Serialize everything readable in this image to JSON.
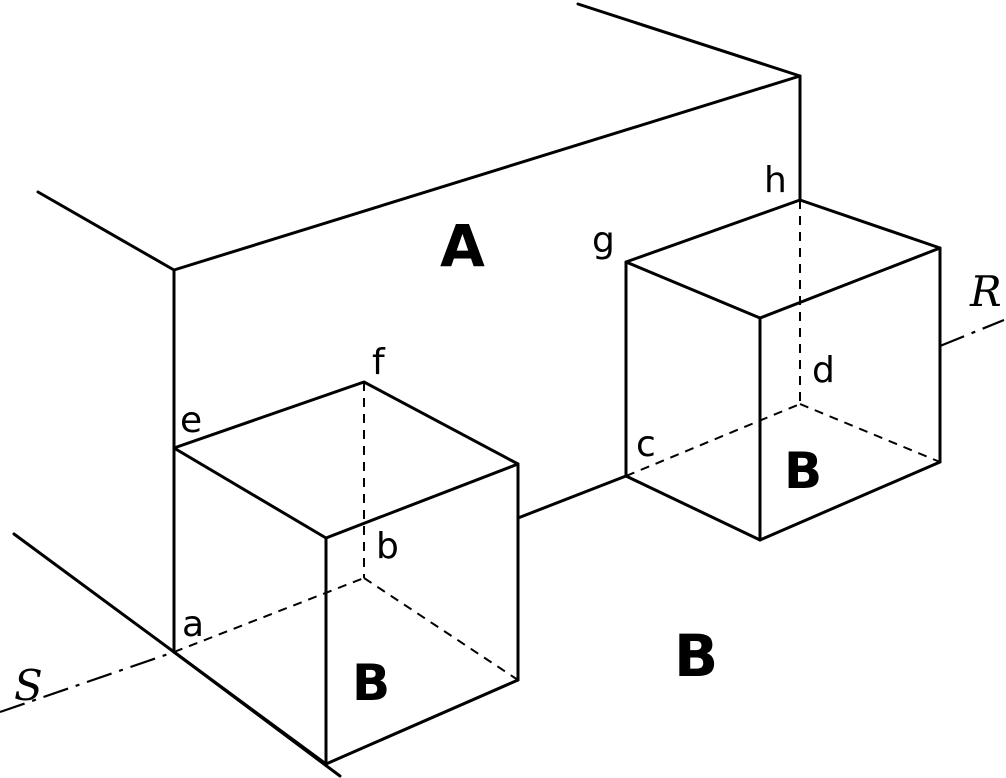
{
  "labels": {
    "region_upper": "A",
    "region_lower": "B",
    "cube_left": "B",
    "cube_right": "B",
    "axis_left": "S",
    "axis_right": "R",
    "point_a": "a",
    "point_b": "b",
    "point_c": "c",
    "point_d": "d",
    "point_e": "e",
    "point_f": "f",
    "point_g": "g",
    "point_h": "h"
  },
  "colors": {
    "ink": "#000000",
    "paper": "#ffffff"
  }
}
